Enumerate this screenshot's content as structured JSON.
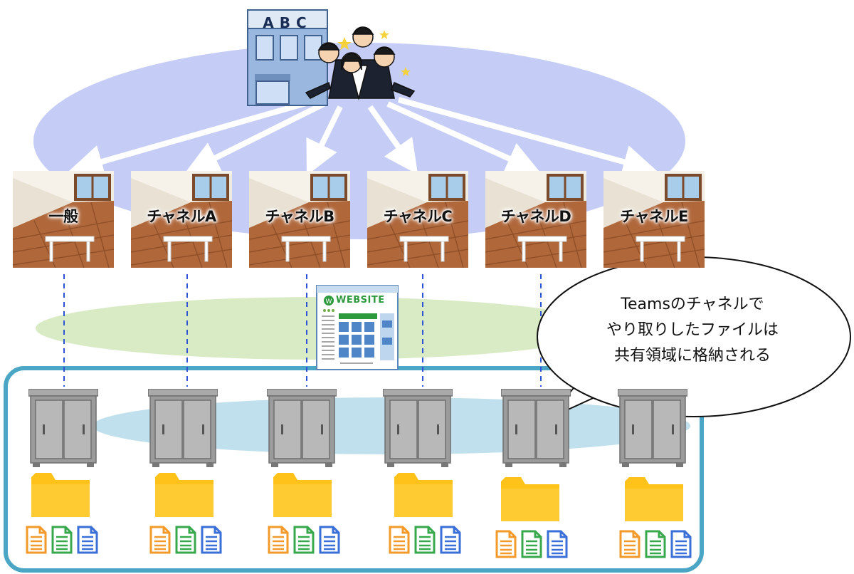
{
  "company": {
    "label": "ABC"
  },
  "channels": [
    {
      "label": "一般"
    },
    {
      "label": "チャネルA"
    },
    {
      "label": "チャネルB"
    },
    {
      "label": "チャネルC"
    },
    {
      "label": "チャネルD"
    },
    {
      "label": "チャネルE"
    }
  ],
  "website": {
    "title": "WEBSITE"
  },
  "callout": {
    "lines": [
      "Teamsのチャネルで",
      "やり取りしたファイルは",
      "共有領域に格納される"
    ]
  },
  "colors": {
    "team_ellipse": "#c5cdf7",
    "web_ellipse": "#d9ebc4",
    "storage_frame": "#4aa6c4",
    "storage_ellipse": "#bfe0ec",
    "folder": "#ffc21a",
    "doc_orange": "#f39a2a",
    "doc_green": "#37a84c",
    "doc_blue": "#3a6fd8"
  }
}
